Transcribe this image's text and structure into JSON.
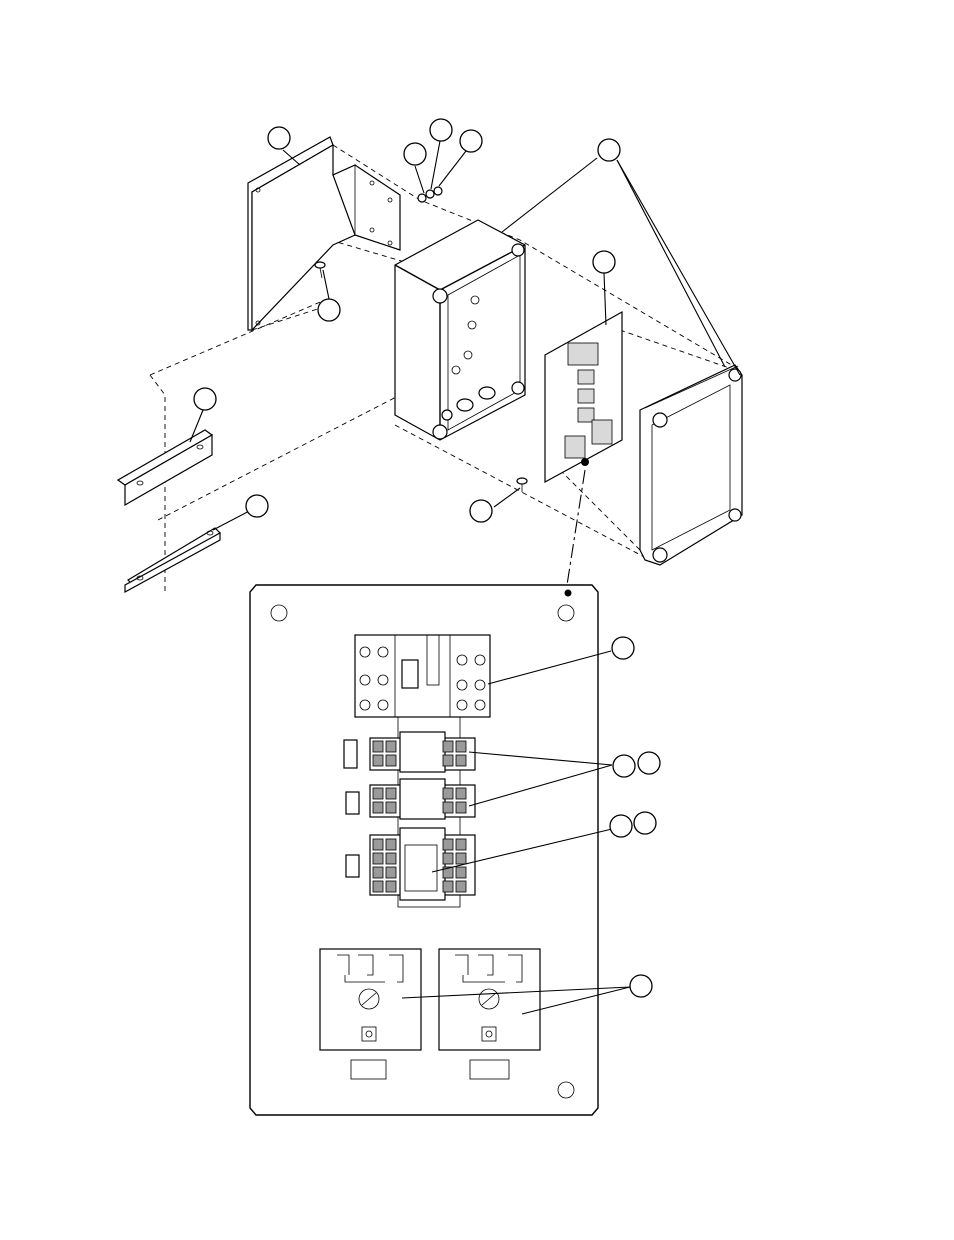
{
  "diagram": {
    "callouts": [
      {
        "id": "c1",
        "label": ""
      },
      {
        "id": "c2",
        "label": ""
      },
      {
        "id": "c3",
        "label": ""
      },
      {
        "id": "c4",
        "label": ""
      },
      {
        "id": "c5",
        "label": ""
      },
      {
        "id": "c6",
        "label": ""
      },
      {
        "id": "c7",
        "label": ""
      },
      {
        "id": "c8",
        "label": ""
      },
      {
        "id": "c9",
        "label": ""
      },
      {
        "id": "c10",
        "label": ""
      },
      {
        "id": "c11",
        "label": ""
      },
      {
        "id": "c12",
        "label": ""
      },
      {
        "id": "c13",
        "label": ""
      },
      {
        "id": "c14",
        "label": ""
      },
      {
        "id": "c15",
        "label": ""
      },
      {
        "id": "c16",
        "label": ""
      },
      {
        "id": "c17",
        "label": ""
      }
    ]
  }
}
